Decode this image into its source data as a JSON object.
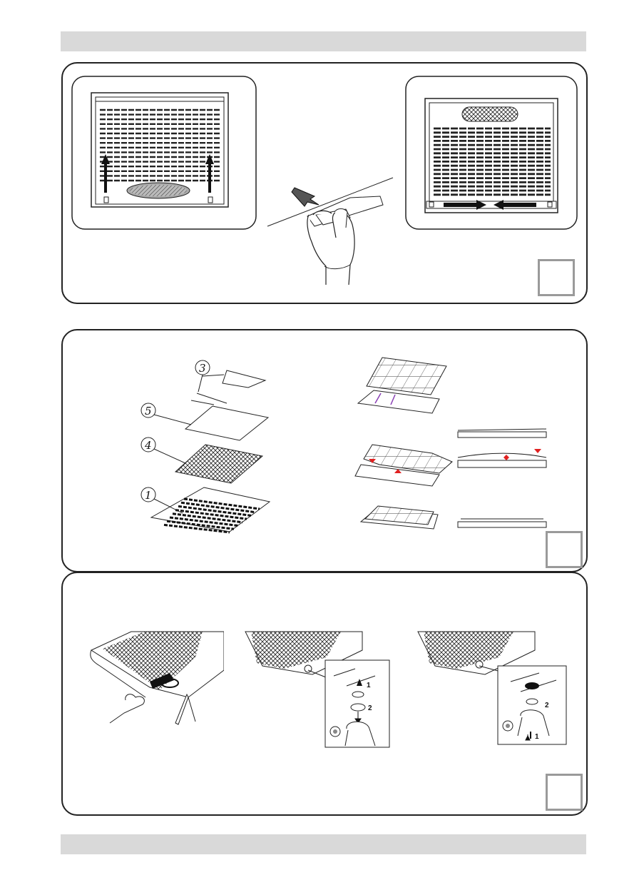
{
  "header_bar": {
    "color": "#d9d9d9"
  },
  "footer_bar": {
    "color": "#d9d9d9"
  },
  "panel1": {
    "step_box": {
      "label": ""
    },
    "figures": [
      "filter-cassette-arrows-up",
      "hand-pressing-latch",
      "filter-cassette-arrows-inward"
    ]
  },
  "panel2": {
    "step_box": {
      "label": ""
    },
    "part_numbers": [
      "3",
      "5",
      "4",
      "1"
    ],
    "figures": [
      "exploded-filter-assembly",
      "filter-insertion-steps"
    ]
  },
  "panel3": {
    "step_box": {
      "label": ""
    },
    "callout_numbers": [
      "1",
      "2",
      "2",
      "1"
    ],
    "figures": [
      "hood-latch-removal",
      "knob-detail-open",
      "knob-detail-close"
    ]
  },
  "accent_colors": {
    "red_arrow": "#e02020",
    "purple_arrow": "#8a3fb5",
    "frame_gray": "#9a9a9a"
  }
}
